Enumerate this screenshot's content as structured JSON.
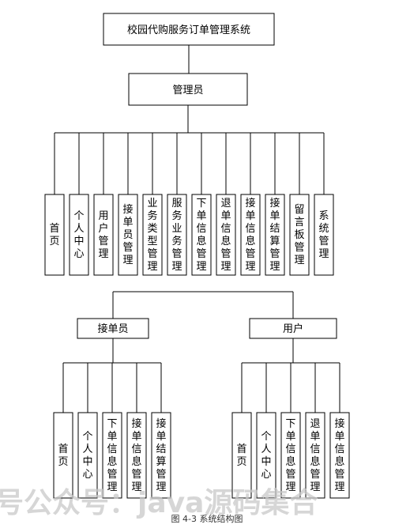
{
  "root": "校园代购服务订单管理系统",
  "admin": {
    "label": "管理员",
    "modules": [
      "首页",
      "个人中心",
      "用户管理",
      "接单员管理",
      "业务类型管理",
      "服务业务管理",
      "下单信息管理",
      "退单信息管理",
      "接单信息管理",
      "接单结算管理",
      "留言板管理",
      "系统管理"
    ]
  },
  "courier": {
    "label": "接单员",
    "modules": [
      "首页",
      "个人中心",
      "下单信息管理",
      "接单信息管理",
      "接单结算管理"
    ]
  },
  "user": {
    "label": "用户",
    "modules": [
      "首页",
      "个人中心",
      "下单信息管理",
      "退单信息管理",
      "接单信息管理"
    ]
  },
  "caption": "图 4-3 系统结构图",
  "watermark": "号公众号：java源码集合"
}
